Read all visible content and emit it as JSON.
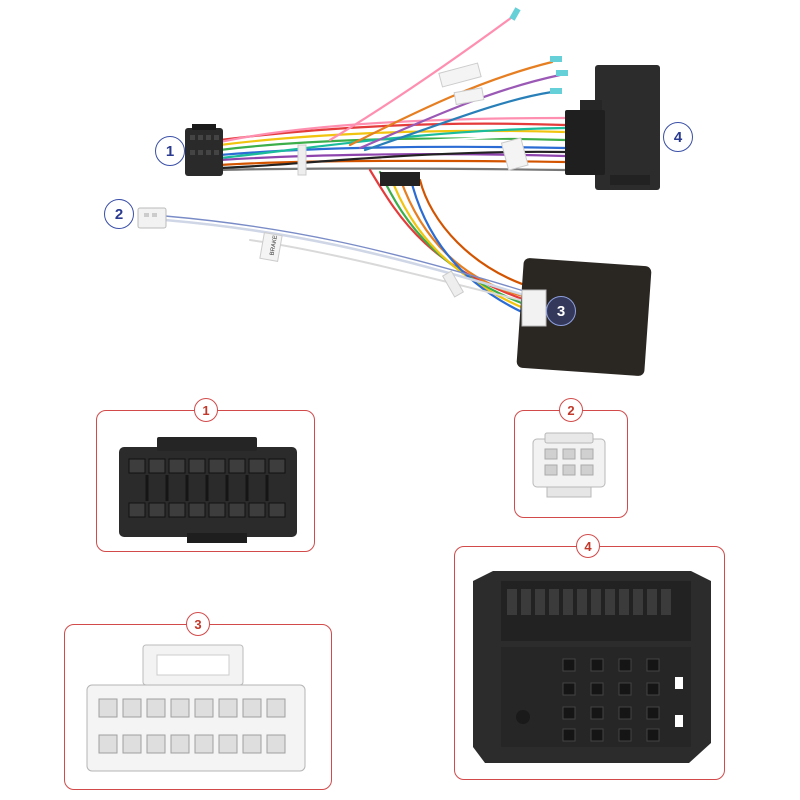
{
  "callouts": [
    {
      "id": "callout-1",
      "label": "1"
    },
    {
      "id": "callout-2",
      "label": "2"
    },
    {
      "id": "callout-3",
      "label": "3"
    },
    {
      "id": "callout-4",
      "label": "4"
    }
  ],
  "panels": {
    "p1": {
      "label": "1"
    },
    "p2": {
      "label": "2"
    },
    "p3": {
      "label": "3"
    },
    "p4": {
      "label": "4"
    }
  },
  "wire_tags": {
    "brake": "BRAKE"
  },
  "colors": {
    "panel_border": "#d24a4a",
    "callout_border": "#3a4fa8",
    "connector_black": "#2a2a2a",
    "connector_white": "#f2f2f2"
  }
}
